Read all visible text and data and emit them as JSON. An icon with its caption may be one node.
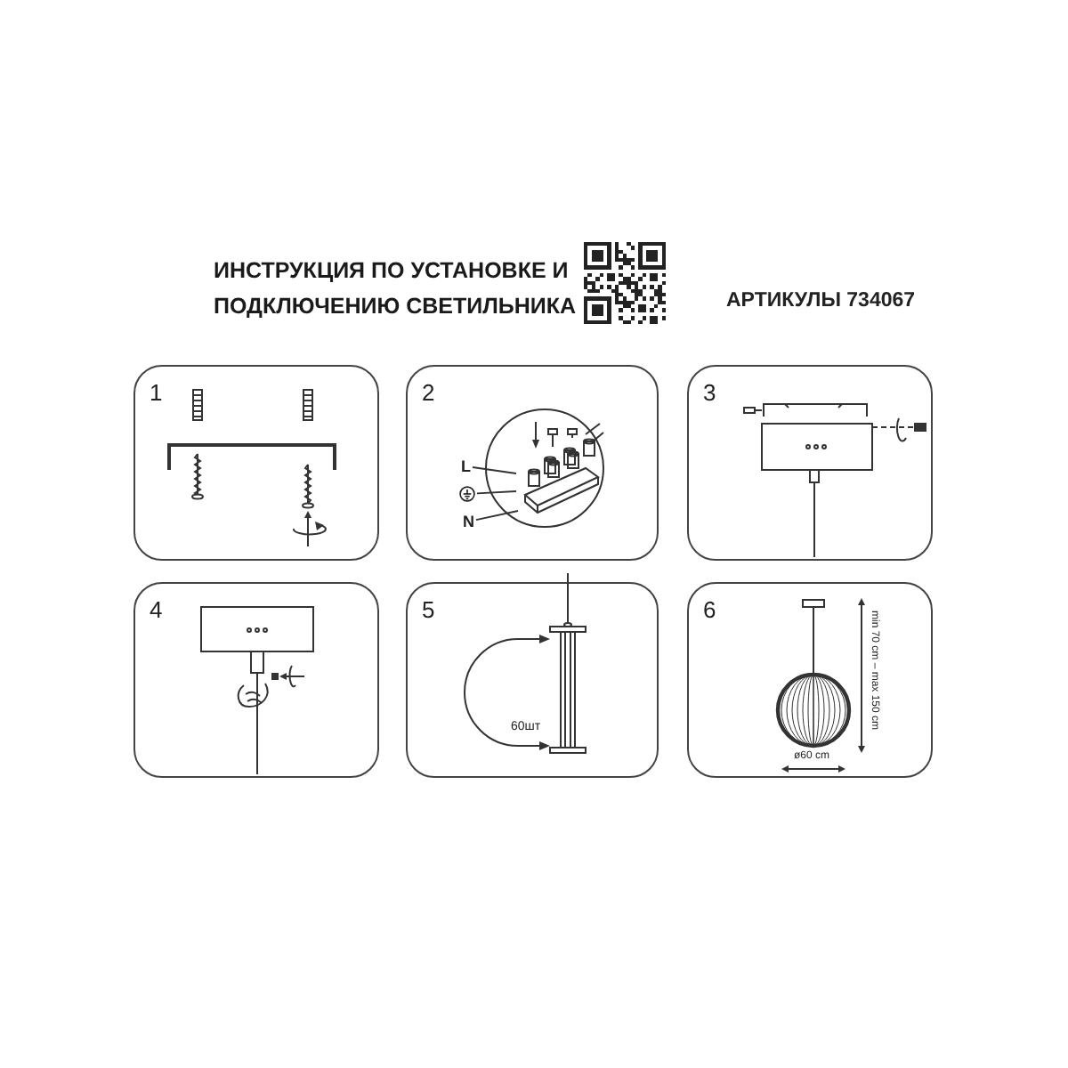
{
  "diagram": {
    "title": "ИНСТРУКЦИЯ ПО УСТАНОВКЕ И ПОДКЛЮЧЕНИЮ СВЕТИЛЬНИКА",
    "nodes": [
      {
        "text": [
          "1"
        ]
      },
      {
        "text": [
          "2"
        ]
      },
      {
        "text": [
          "3"
        ]
      },
      {
        "text": [
          "4"
        ]
      },
      {
        "text": [
          "5"
        ]
      },
      {
        "text": [
          "6"
        ]
      },
      {
        "text": [
          "L"
        ],
        "in": 1
      },
      {
        "text": [],
        "shape": "circle",
        "in": 1
      },
      {
        "text": [
          "N"
        ],
        "in": 1
      }
    ],
    "edges": [
      {
        "from": 6,
        "to": null,
        "arrow": "none"
      },
      {
        "from": 7,
        "to": null,
        "arrow": "none"
      },
      {
        "from": 8,
        "to": null,
        "arrow": "none"
      }
    ],
    "labels": [
      "АРТИКУЛЫ 734067",
      "60шт",
      "min 70 cm – max 150 cm",
      "ø60 cm"
    ]
  }
}
